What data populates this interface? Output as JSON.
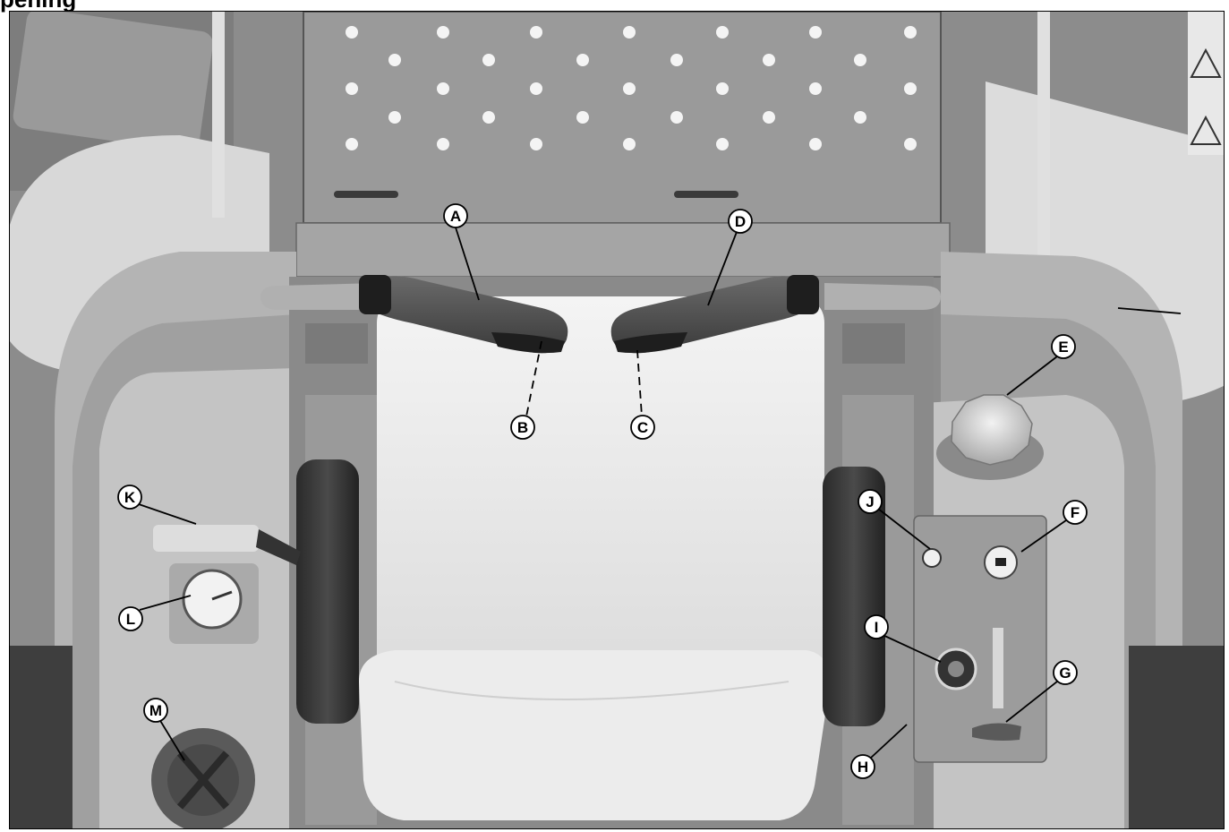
{
  "heading": "pening",
  "callouts": [
    {
      "id": "A",
      "label": "A"
    },
    {
      "id": "B",
      "label": "B"
    },
    {
      "id": "C",
      "label": "C"
    },
    {
      "id": "D",
      "label": "D"
    },
    {
      "id": "E",
      "label": "E"
    },
    {
      "id": "F",
      "label": "F"
    },
    {
      "id": "G",
      "label": "G"
    },
    {
      "id": "H",
      "label": "H"
    },
    {
      "id": "I",
      "label": "I"
    },
    {
      "id": "J",
      "label": "J"
    },
    {
      "id": "K",
      "label": "K"
    },
    {
      "id": "L",
      "label": "L"
    },
    {
      "id": "M",
      "label": "M"
    }
  ]
}
